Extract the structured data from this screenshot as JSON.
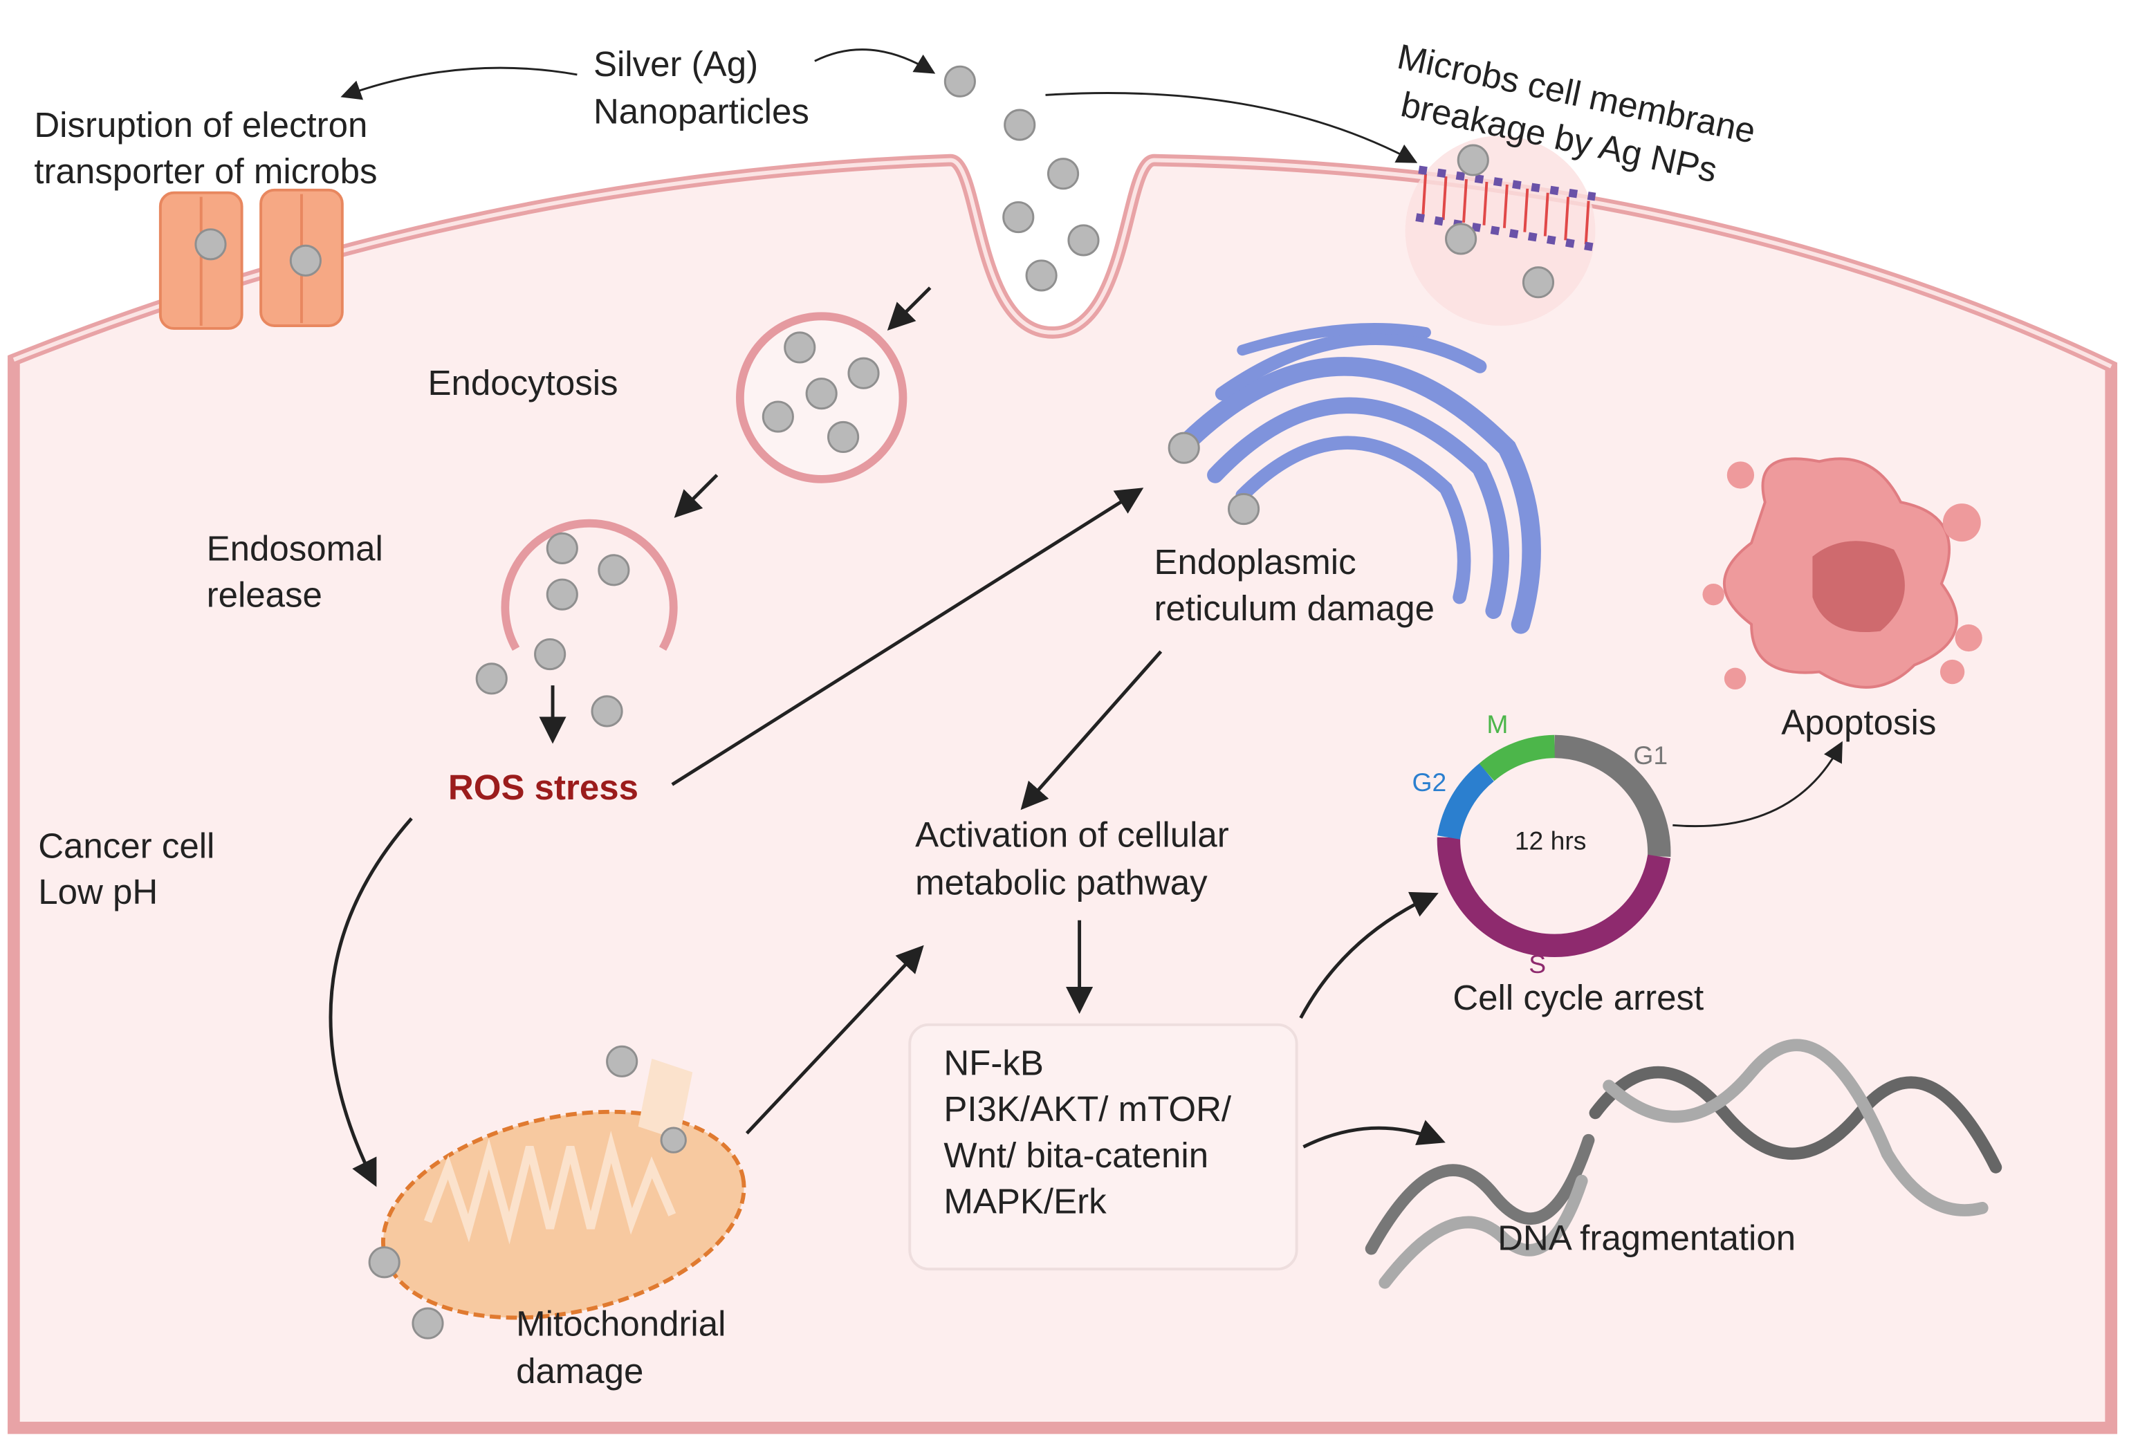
{
  "labels": {
    "silver_1": "Silver (Ag)",
    "silver_2": "Nanoparticles",
    "disruption_1": "Disruption of electron",
    "disruption_2": "transporter of microbs",
    "membrane_1": "Microbs cell membrane",
    "membrane_2": "breakage by Ag NPs",
    "endocytosis": "Endocytosis",
    "endosomal_1": "Endosomal",
    "endosomal_2": "release",
    "ros": "ROS stress",
    "cancer_1": "Cancer cell",
    "cancer_2": "Low pH",
    "er_1": "Endoplasmic",
    "er_2": "reticulum damage",
    "apoptosis": "Apoptosis",
    "activation_1": "Activation of cellular",
    "activation_2": "metabolic pathway",
    "cell_cycle": "Cell cycle arrest",
    "dna": "DNA fragmentation",
    "mito_1": "Mitochondrial",
    "mito_2": "damage"
  },
  "cell_cycle": {
    "center": "12 hrs",
    "phases": [
      {
        "name": "G1",
        "color": "#777777"
      },
      {
        "name": "S",
        "color": "#8e2a6e"
      },
      {
        "name": "G2",
        "color": "#2b7fcf"
      },
      {
        "name": "M",
        "color": "#4cb64a"
      }
    ]
  },
  "pathways": [
    "NF-kB",
    "PI3K/AKT/ mTOR/",
    "Wnt/ bita-catenin",
    "MAPK/Erk"
  ],
  "colors": {
    "cell": "#fdeeee",
    "membrane": "#e8a3a6",
    "ros": "#9b1c1c",
    "er": "#7f93dc",
    "mito": "#f7c9a0",
    "apoptosis": "#ee9a9c"
  }
}
